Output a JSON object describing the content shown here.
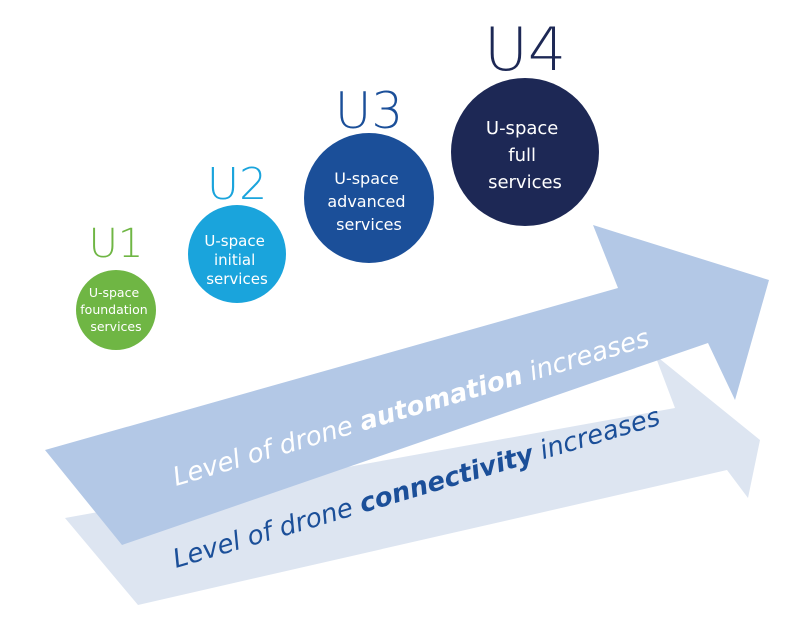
{
  "stages": [
    {
      "id": "U1",
      "label": "U1",
      "lines": [
        "U-space",
        "foundation",
        "services"
      ],
      "color": "#6fb644",
      "label_color": "#6fb644"
    },
    {
      "id": "U2",
      "label": "U2",
      "lines": [
        "U-space",
        "initial",
        "services"
      ],
      "color": "#1aa4dc",
      "label_color": "#1aa4dc"
    },
    {
      "id": "U3",
      "label": "U3",
      "lines": [
        "U-space",
        "advanced",
        "services"
      ],
      "color": "#1b4f99",
      "label_color": "#1b4f99"
    },
    {
      "id": "U4",
      "label": "U4",
      "lines": [
        "U-space",
        "full",
        "services"
      ],
      "color": "#1d2855",
      "label_color": "#1d2855"
    }
  ],
  "arrows": {
    "automation": {
      "prefix": "Level of drone ",
      "emphasis": "automation",
      "suffix": " increases",
      "fill": "#b3c8e6",
      "text_color": "#ffffff",
      "emphasis_color": "#ffffff"
    },
    "connectivity": {
      "prefix": "Level of drone ",
      "emphasis": "connectivity",
      "suffix": " increases",
      "fill": "#dde5f1",
      "text_color": "#1b4f99",
      "emphasis_color": "#1b4f99"
    }
  }
}
